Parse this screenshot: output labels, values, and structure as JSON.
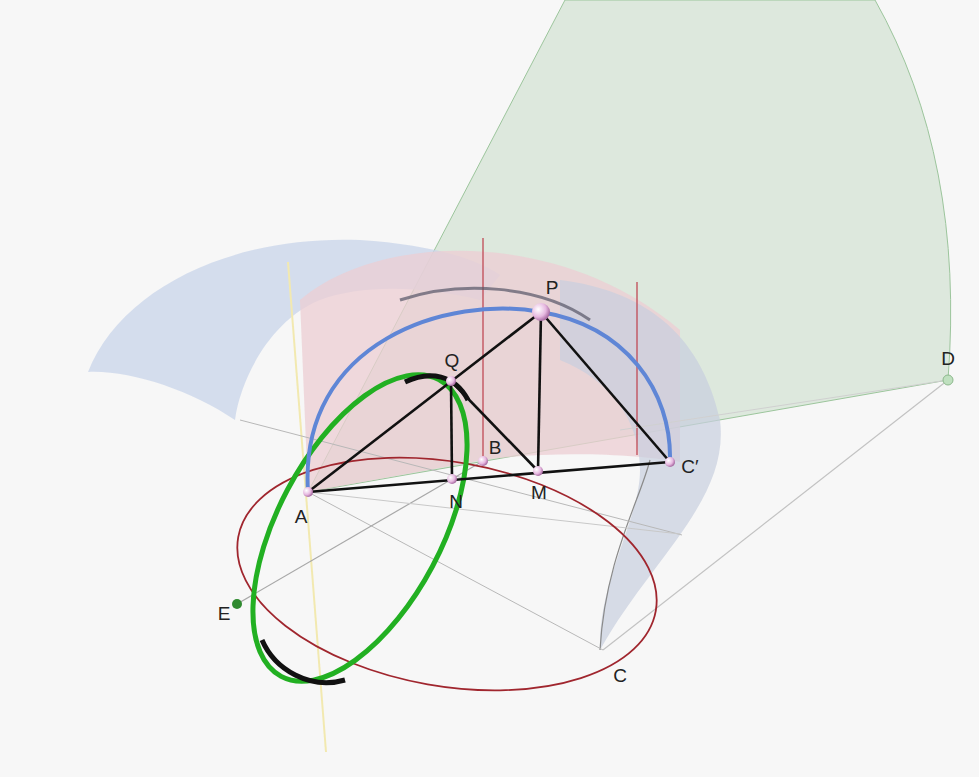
{
  "diagram": {
    "labels": [
      "P",
      "Q",
      "B",
      "C′",
      "A",
      "N",
      "M",
      "E",
      "C",
      "D"
    ]
  }
}
